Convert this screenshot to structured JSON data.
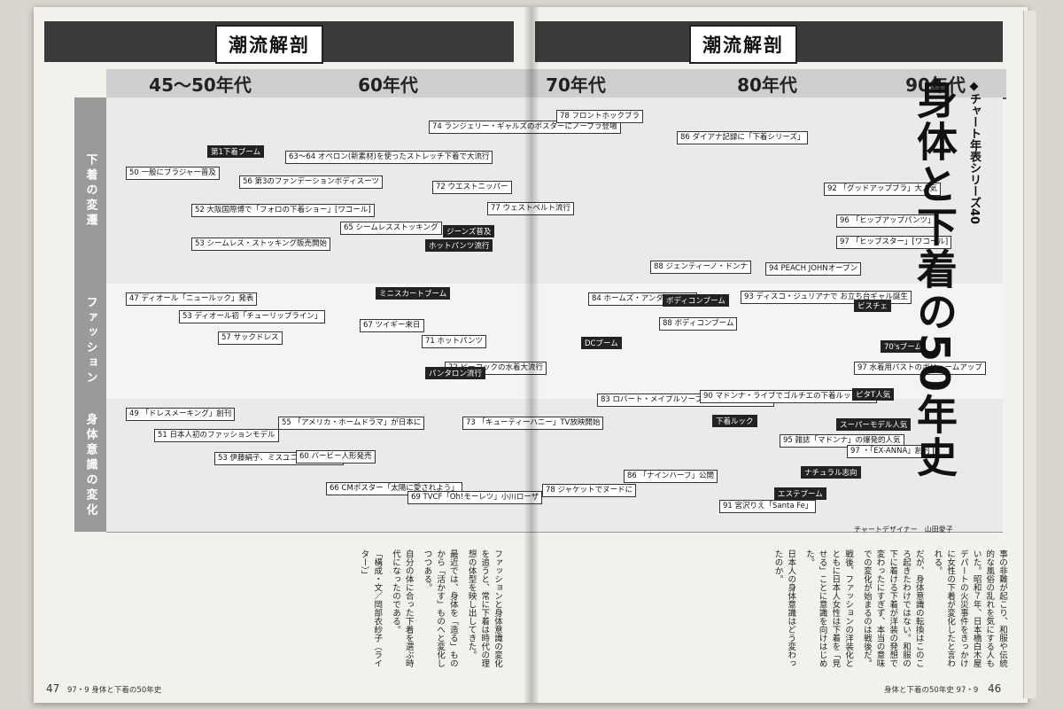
{
  "header": {
    "tag_left": "潮流解剖",
    "tag_right": "潮流解剖"
  },
  "title": {
    "series": "◆チャート年表シリーズ40",
    "main": "身体と下着の50年史"
  },
  "eras": [
    "45〜50年代",
    "60年代",
    "70年代",
    "80年代",
    "90年代"
  ],
  "rows": [
    {
      "label": "下着の変遷"
    },
    {
      "label": "ファッション"
    },
    {
      "label": "身体意識の変化"
    }
  ],
  "entries": [
    "50 一般にブラジャー普及",
    "52 大阪国際博で「フォロの下着ショー」[ワコール]",
    "53 シームレス・ストッキング販売開始",
    "56 第3のファンデーションボディスーツ",
    "63〜64 オペロン(新素材)を使ったストレッチ下着で大流行",
    "65 シームレスストッキング",
    "72 ウエストニッパー",
    "74 ランジェリー・ギャルズのポスターにノーブラ登場",
    "77 ウェストベルト流行",
    "78 フロントホックブラ",
    "86 ダイアナ記録に「下着シリーズ」",
    "88 ジェンティーノ・ドンナ",
    "92 「グッドアップブラ」大人気",
    "94 PEACH JOHNオープン",
    "96 「ヒップアップパンツ」",
    "97 「ヒップスター」[ワコール]",
    "47 ディオール「ニュールック」発表",
    "53 ディオール初「チューリップライン」",
    "57 サックドレス",
    "67 ツイギー来日",
    "71 ホットパンツ",
    "72 ピーコックの水着大流行",
    "84 ホームズ・アンダーウェア",
    "88 ボディコンブーム",
    "93 ディスコ・ジュリアナで お立ち台ギャル誕生",
    "97 水着用パストのボリュームアップ",
    "49 「ドレスメーキング」創刊",
    "51 日本人初のファッションモデル",
    "53 伊藤絹子、ミスユニバース3位に",
    "55 「アメリカ・ホームドラマ」が日本に",
    "60 バービー人形発売",
    "66 CMポスター「太陽に愛されよう」",
    "69 TVCF「Oh!モーレツ」小川ローザ",
    "73 「キューティーハニー」TV放映開始",
    "78 ジャケットでヌードに",
    "83 ロバート・メイプルソープ「リサ・ライオン」",
    "86 「ナインハーフ」公開",
    "90 マドンナ・ライブでゴルチエの下着ルック衣装",
    "91 宮沢りえ「Santa Fe」",
    "95 雑誌「マドンナ」の爆発的人気",
    "97 ・「EX-ANNA」創刊"
  ],
  "booms": [
    "第1下着ブーム",
    "ミニスカートブーム",
    "パンタロン流行",
    "ジーンズ普及",
    "ホットパンツ流行",
    "DCブーム",
    "ボディコンブーム",
    "下着ルック",
    "ビスチェ",
    "70'sブーム",
    "エステブーム",
    "スーパーモデル人気",
    "ナチュラル志向",
    "ピタT人気"
  ],
  "designer": "チャートデザイナー　山田愛子",
  "article": {
    "right": [
      "事の非難が起こり、和服や伝統的な風俗の乱れを気にする人もいた。昭和７年、日本橋白木屋デパートの火災事件をきっかけに女性の下着が変化したと言われる。",
      "だが、身体意識の転換はこのころ起きたわけではない。和服の下に着ける下着が洋装の発想で変わったにすぎず、本当の意味での変化が始まるのは戦後だ。",
      "戦後、ファッションの洋装化とともに日本人女性は下着を「見せる」ことに意識を向けはじめた。",
      "日本人の身体意識はどう変わったのか。"
    ],
    "left": [
      "ファッションと身体意識の変化を追うと、常に下着は時代の理想の体型を映し出してきた。",
      "最近では、身体を「造る」ものから「活かす」ものへと変化しつつある。",
      "自分の体に合った下着を選ぶ時代になったのである。",
      "「構成・文／岡部衣紗子（ライター）」"
    ]
  },
  "footer": {
    "left_page": "47",
    "left_issue": "97・9",
    "left_title": "身体と下着の50年史",
    "right_title": "身体と下着の50年史",
    "right_issue": "97・9",
    "right_page": "46"
  }
}
